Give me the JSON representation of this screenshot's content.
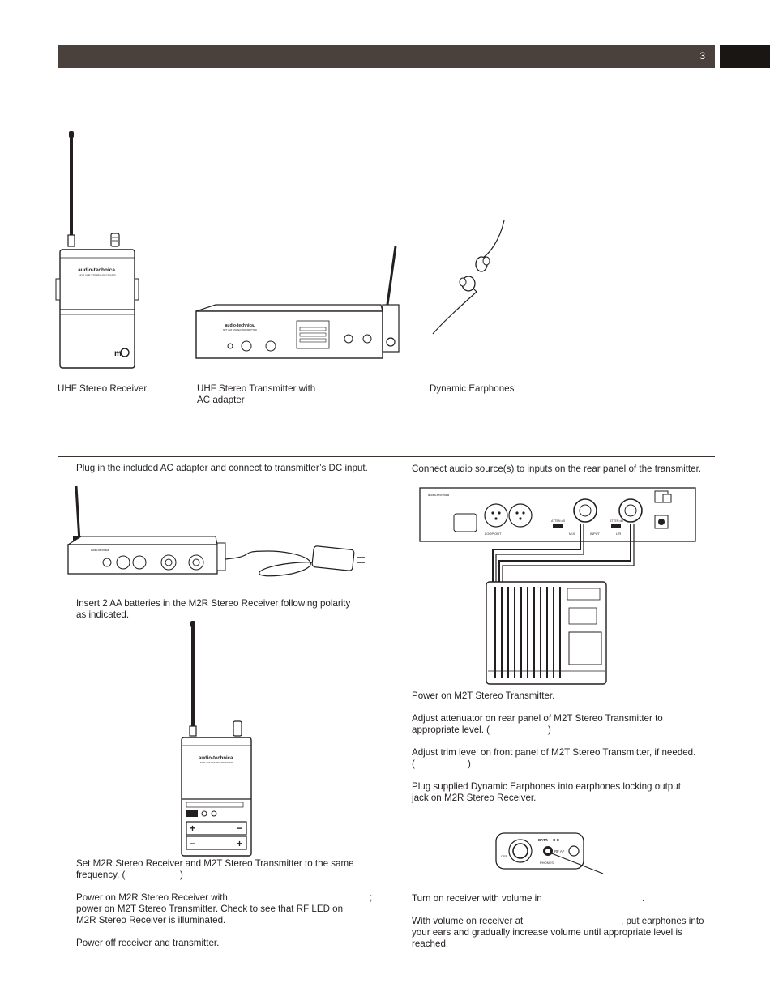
{
  "header": {
    "page_number": "3"
  },
  "products": {
    "receiver_caption": "UHF Stereo Receiver",
    "transmitter_caption_line1": "UHF Stereo Transmitter with",
    "transmitter_caption_line2": "AC adapter",
    "earphones_caption": "Dynamic Earphones",
    "brand_name": "audio-technica.",
    "receiver_model_label": "M2R UHF STEREO RECEIVER",
    "transmitter_model_label": "M2T UHF STEREO TRANSMITTER"
  },
  "steps_left": {
    "step1": "Plug in the included AC adapter and connect to transmitter’s DC input.",
    "step2_line1": "Insert 2 AA batteries in the M2R Stereo Receiver following polarity",
    "step2_line2": "as indicated.",
    "step3_line1": "Set M2R Stereo Receiver and M2T Stereo Transmitter to the same",
    "step3_line2": "frequency. (",
    "step3_line2_end": ")",
    "step4_line1": "Power on M2R Stereo Receiver with",
    "step4_line1_end": ";",
    "step4_line2": "power on M2T Stereo Transmitter. Check to see that RF LED on",
    "step4_line3": "M2R Stereo Receiver is illuminated.",
    "step5": "Power off receiver and transmitter."
  },
  "steps_right": {
    "step1": "Connect audio source(s) to inputs on the rear panel of the transmitter.",
    "step2": "Power on M2T Stereo Transmitter.",
    "step3_line1": "Adjust attenuator on rear panel of M2T Stereo Transmitter to",
    "step3_line2": "appropriate level. (",
    "step3_line2_end": ")",
    "step4_line1": "Adjust trim level on front panel of M2T Stereo Transmitter, if needed.",
    "step4_line2": "(",
    "step4_line2_end": ")",
    "step5_line1": "Plug supplied Dynamic Earphones into earphones locking output",
    "step5_line2": "jack on M2R Stereo Receiver.",
    "step6": "Turn on receiver with volume in",
    "step6_end": ".",
    "step7_line1": "With volume on receiver at",
    "step7_line1_end": ", put earphones into",
    "step7_line2": "your ears and gradually increase volume until appropriate level is",
    "step7_line3": "reached."
  },
  "panel_labels": {
    "mix": "MIX",
    "input": "INPUT",
    "l_r": "L/R",
    "atten_left": "ATTEN dB",
    "atten_right": "ATTEN dB",
    "loop_out": "LOOP OUT",
    "phones": "PHONES",
    "batt": "BATT.",
    "rf_af": "RF  AF",
    "off": "OFF"
  }
}
